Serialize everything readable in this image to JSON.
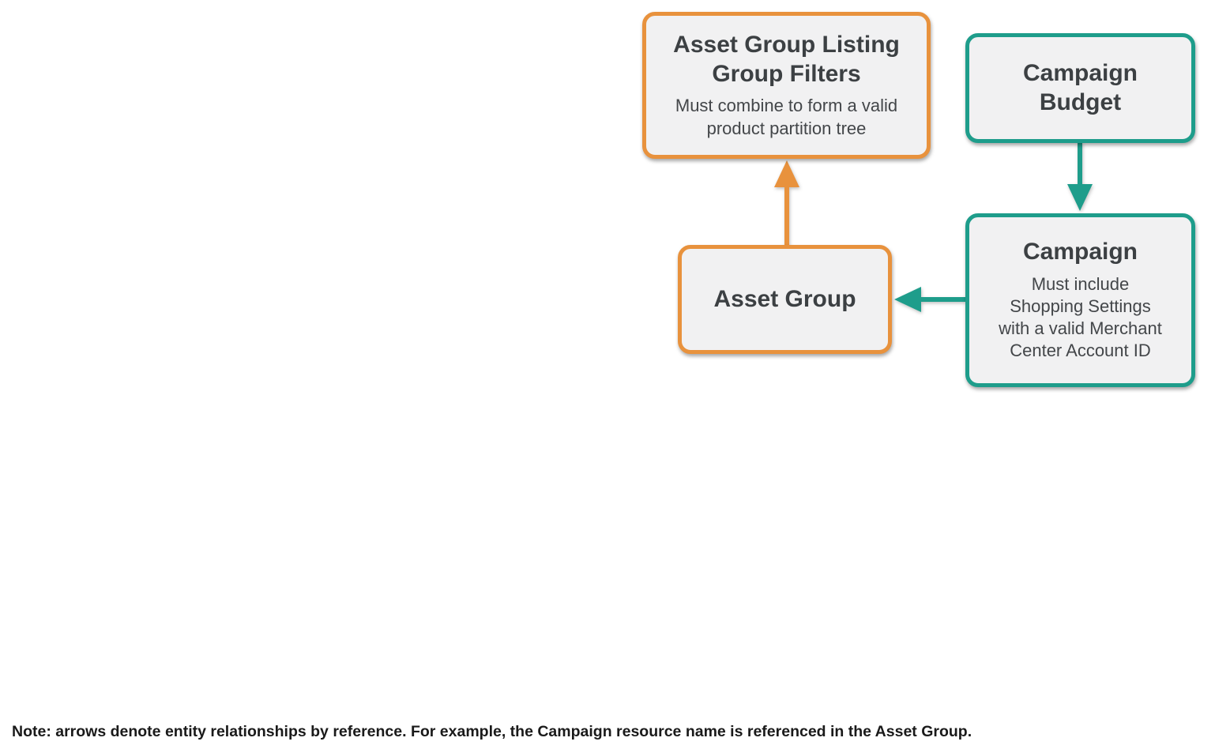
{
  "colors": {
    "accent-orange": "#E8923D",
    "accent-teal": "#1E9D8B",
    "box-fill": "#F1F1F2",
    "title-color": "#3C4043",
    "subtitle-color": "#434649",
    "note-color": "#1A1A1A"
  },
  "diagram": {
    "nodes": {
      "listing_filters": {
        "title": "Asset Group Listing\nGroup Filters",
        "subtitle": "Must combine to form a valid\nproduct partition tree",
        "accent": "orange"
      },
      "campaign_budget": {
        "title": "Campaign\nBudget",
        "accent": "teal"
      },
      "asset_group": {
        "title": "Asset Group",
        "accent": "orange"
      },
      "campaign": {
        "title": "Campaign",
        "subtitle": "Must include\nShopping Settings\nwith a valid Merchant\nCenter Account ID",
        "accent": "teal"
      }
    },
    "edges": [
      {
        "from": "asset_group",
        "to": "listing_filters",
        "color": "orange",
        "direction": "up"
      },
      {
        "from": "campaign_budget",
        "to": "campaign",
        "color": "teal",
        "direction": "down"
      },
      {
        "from": "campaign",
        "to": "asset_group",
        "color": "teal",
        "direction": "left"
      }
    ]
  },
  "note": "Note: arrows denote entity relationships by reference. For example, the Campaign resource name is referenced in the Asset Group."
}
